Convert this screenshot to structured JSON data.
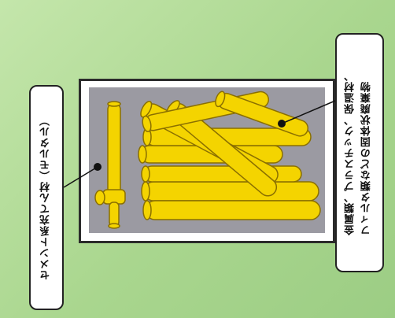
{
  "labels": {
    "left": "セメント系充てん材（モルタル）",
    "right_line1": "金属類、プラスチック、保温材、",
    "right_line2": "フィルタ類などの固体状廃棄物"
  },
  "colors": {
    "background": "#b7dd9f",
    "pipe_fill": "#f4d400",
    "pipe_stroke": "#8a6f00",
    "panel_fill": "#9b9aa2"
  }
}
